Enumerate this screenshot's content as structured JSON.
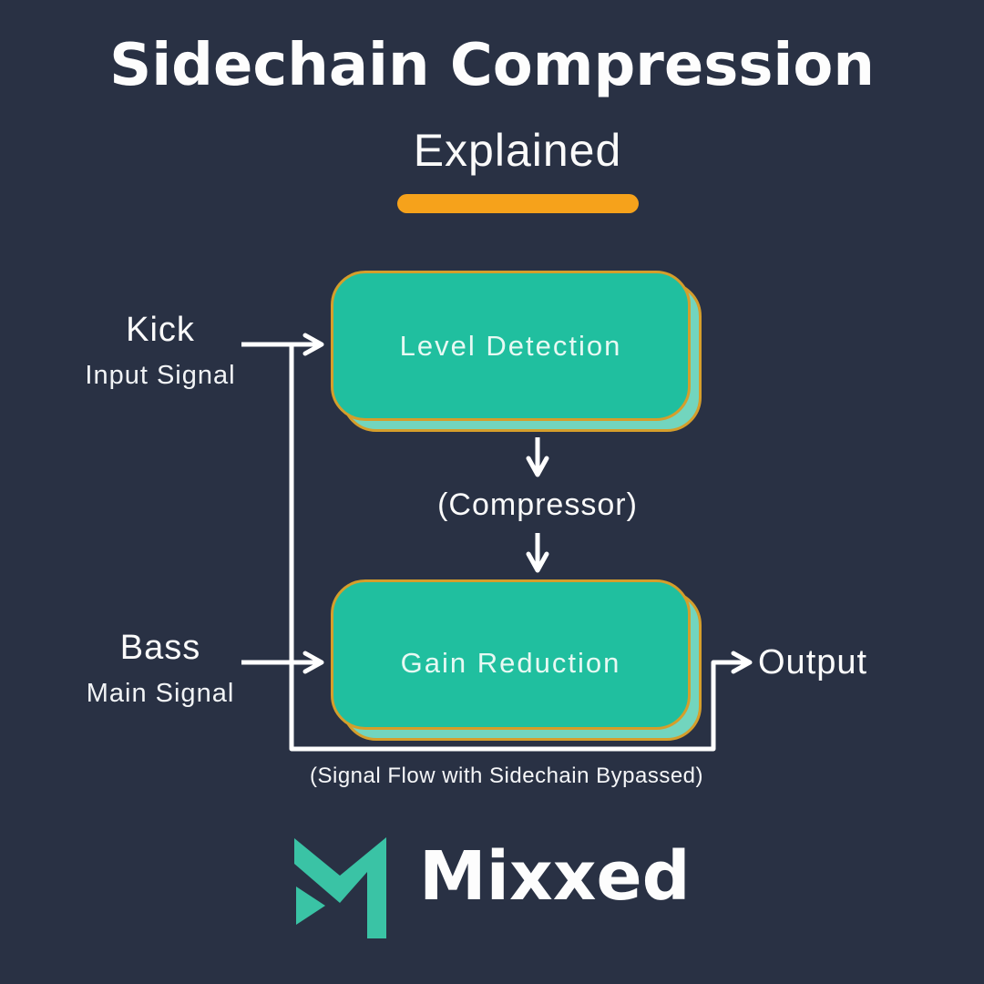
{
  "page": {
    "background_color": "#293144"
  },
  "header": {
    "title": "Sidechain Compression",
    "subtitle": "Explained",
    "underline_color": "#F6A21B"
  },
  "diagram": {
    "inputs": [
      {
        "name": "Kick",
        "signal": "Input Signal"
      },
      {
        "name": "Bass",
        "signal": "Main Signal"
      }
    ],
    "nodes": [
      {
        "id": "level-detection",
        "label": "Level Detection"
      },
      {
        "id": "gain-reduction",
        "label": "Gain Reduction"
      }
    ],
    "middle_label": "(Compressor)",
    "output_label": "Output",
    "caption": "(Signal Flow with Sidechain Bypassed)",
    "node_fill_color": "#20BF9F",
    "node_back_fill_color": "#72D5BE",
    "node_border_color": "#D59E2B",
    "line_color": "#FFFFFF"
  },
  "footer": {
    "brand": "Mixxed",
    "logo_icon": "mixxed-m-icon",
    "logo_color": "#3AC3A5"
  }
}
